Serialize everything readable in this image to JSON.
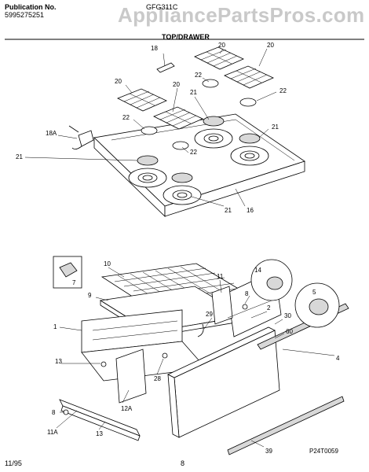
{
  "header": {
    "publication_label": "Publication No.",
    "publication_number": "5995275251",
    "model": "GFG311C",
    "section_title": "TOP/DRAWER",
    "watermark": "AppliancePartsPros.com"
  },
  "footer": {
    "date": "11/95",
    "page": "8",
    "figure_code": "P24T0059"
  },
  "callouts": {
    "c18": "18",
    "c20a": "20",
    "c20b": "20",
    "c20c": "20",
    "c20d": "20",
    "c22a": "22",
    "c22b": "22",
    "c22c": "22",
    "c22d": "22",
    "c21a": "21",
    "c21b": "21",
    "c21c": "21",
    "c21d": "21",
    "c18a": "18A",
    "c16": "16",
    "c10": "10",
    "c7": "7",
    "c9": "9",
    "c1": "1",
    "c11": "11",
    "c14": "14",
    "c5": "5",
    "c8a": "8",
    "c2": "2",
    "c29": "29",
    "c30": "30",
    "c60": "60",
    "c4": "4",
    "c13a": "13",
    "c12a": "12A",
    "c28": "28",
    "c8b": "8",
    "c11a": "11A",
    "c13b": "13",
    "c39": "39"
  }
}
